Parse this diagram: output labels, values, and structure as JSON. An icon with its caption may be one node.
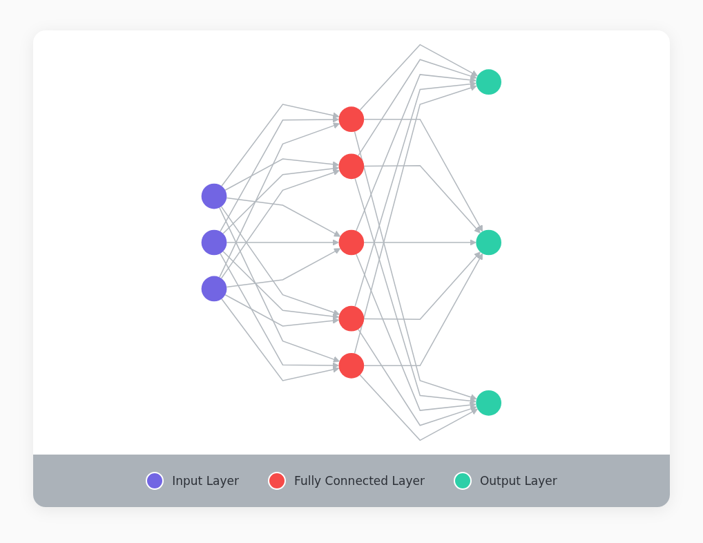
{
  "diagram": {
    "nodes": [
      {
        "text": [],
        "shape": "circle"
      },
      {
        "text": [],
        "shape": "circle"
      },
      {
        "text": [],
        "shape": "circle"
      },
      {
        "text": [],
        "shape": "circle"
      },
      {
        "text": [],
        "shape": "circle"
      },
      {
        "text": [],
        "shape": "circle"
      },
      {
        "text": [],
        "shape": "circle"
      },
      {
        "text": [],
        "shape": "circle"
      },
      {
        "text": [],
        "shape": "circle"
      },
      {
        "text": [],
        "shape": "circle"
      },
      {
        "text": [],
        "shape": "circle"
      }
    ],
    "edges": [
      {
        "from": 0,
        "to": 3,
        "arrow": "to"
      },
      {
        "from": 0,
        "to": 4,
        "arrow": "to"
      },
      {
        "from": 0,
        "to": 5,
        "arrow": "to"
      },
      {
        "from": 0,
        "to": 6,
        "arrow": "to"
      },
      {
        "from": 0,
        "to": 7,
        "arrow": "to"
      },
      {
        "from": 1,
        "to": 3,
        "arrow": "to"
      },
      {
        "from": 1,
        "to": 4,
        "arrow": "to"
      },
      {
        "from": 1,
        "to": 5,
        "arrow": "to"
      },
      {
        "from": 1,
        "to": 6,
        "arrow": "to"
      },
      {
        "from": 1,
        "to": 7,
        "arrow": "to"
      },
      {
        "from": 2,
        "to": 3,
        "arrow": "to"
      },
      {
        "from": 2,
        "to": 4,
        "arrow": "to"
      },
      {
        "from": 2,
        "to": 5,
        "arrow": "to"
      },
      {
        "from": 2,
        "to": 6,
        "arrow": "to"
      },
      {
        "from": 2,
        "to": 7,
        "arrow": "to"
      },
      {
        "from": 3,
        "to": 8,
        "arrow": "to"
      },
      {
        "from": 3,
        "to": 9,
        "arrow": "to"
      },
      {
        "from": 3,
        "to": 10,
        "arrow": "to"
      },
      {
        "from": 4,
        "to": 8,
        "arrow": "to"
      },
      {
        "from": 4,
        "to": 9,
        "arrow": "to"
      },
      {
        "from": 4,
        "to": 10,
        "arrow": "to"
      },
      {
        "from": 5,
        "to": 8,
        "arrow": "to"
      },
      {
        "from": 5,
        "to": 9,
        "arrow": "to"
      },
      {
        "from": 5,
        "to": 10,
        "arrow": "to"
      },
      {
        "from": 6,
        "to": 8,
        "arrow": "to"
      },
      {
        "from": 6,
        "to": 9,
        "arrow": "to"
      },
      {
        "from": 6,
        "to": 10,
        "arrow": "to"
      },
      {
        "from": 7,
        "to": 8,
        "arrow": "to"
      },
      {
        "from": 7,
        "to": 9,
        "arrow": "to"
      },
      {
        "from": 7,
        "to": 10,
        "arrow": "to"
      }
    ],
    "legend": [
      {
        "text": "Input Layer",
        "color": "#7265e3"
      },
      {
        "text": "Fully Connected Layer",
        "color": "#f64a48"
      },
      {
        "text": "Output Layer",
        "color": "#2ccfa8"
      }
    ]
  }
}
